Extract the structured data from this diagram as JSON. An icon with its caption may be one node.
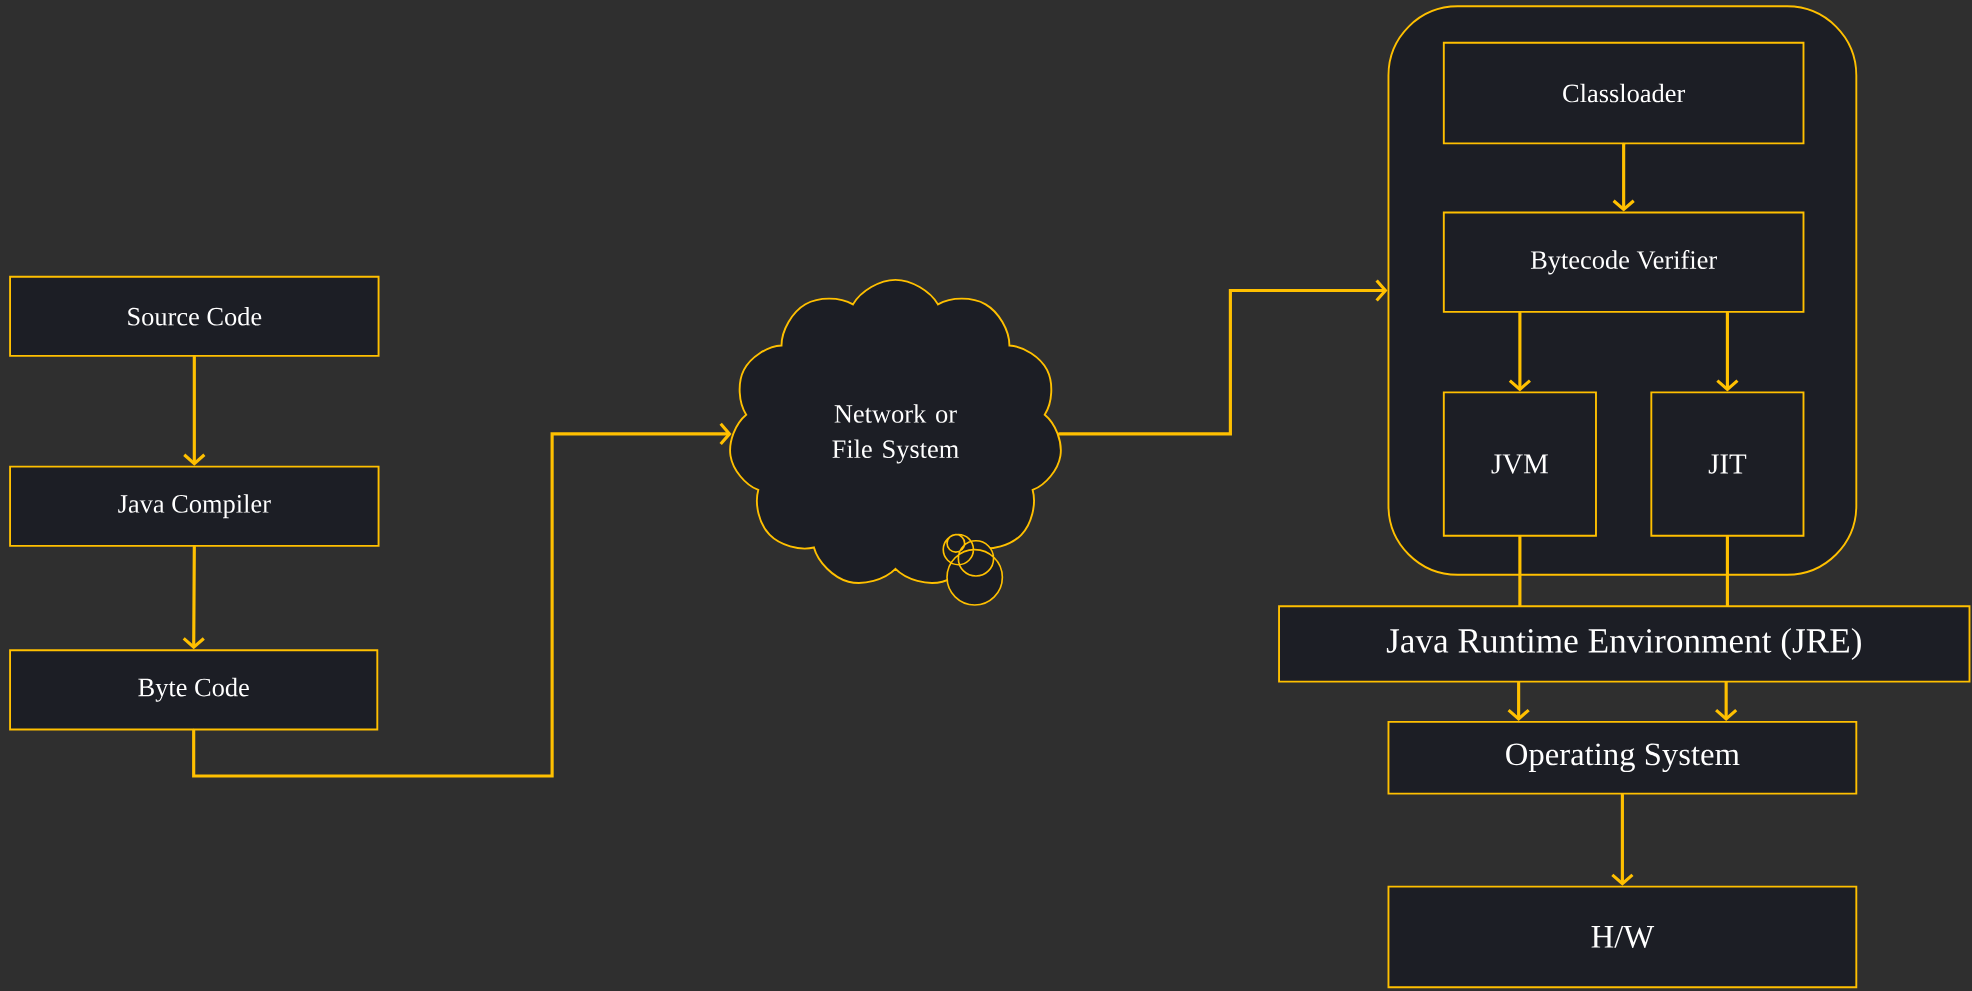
{
  "diagram": {
    "nodes": [
      {
        "text": [
          "Source Code"
        ]
      },
      {
        "text": [
          "Java Compiler"
        ]
      },
      {
        "text": [
          "Byte Code"
        ]
      },
      {
        "text": [
          "Network or File System"
        ]
      },
      {
        "text": [],
        "shape": "box"
      },
      {
        "text": [
          "Classloader"
        ],
        "in": 4
      },
      {
        "text": [
          "Bytecode Verifier"
        ],
        "in": 4
      },
      {
        "text": [
          "JVM"
        ],
        "in": 4
      },
      {
        "text": [
          "JIT"
        ],
        "in": 4
      },
      {
        "text": [
          "Java Runtime Environment (JRE)"
        ]
      },
      {
        "text": [
          "Operating System"
        ]
      },
      {
        "text": [
          "H/W"
        ]
      }
    ],
    "edges": [
      {
        "from": 0,
        "to": 1,
        "arrow": "to"
      },
      {
        "from": 1,
        "to": 2,
        "arrow": "to"
      },
      {
        "from": 2,
        "to": 3,
        "arrow": "to"
      },
      {
        "from": 3,
        "to": 4,
        "arrow": "to"
      },
      {
        "from": 5,
        "to": 6,
        "arrow": "to"
      },
      {
        "from": 6,
        "to": 7,
        "arrow": "to"
      },
      {
        "from": 6,
        "to": 8,
        "arrow": "to"
      },
      {
        "from": 7,
        "to": 9,
        "arrow": "none"
      },
      {
        "from": 8,
        "to": 9,
        "arrow": "none"
      },
      {
        "from": 9,
        "to": 10,
        "arrow": "to"
      },
      {
        "from": 9,
        "to": 10,
        "arrow": "to"
      },
      {
        "from": 10,
        "to": 11,
        "arrow": "to"
      }
    ]
  }
}
